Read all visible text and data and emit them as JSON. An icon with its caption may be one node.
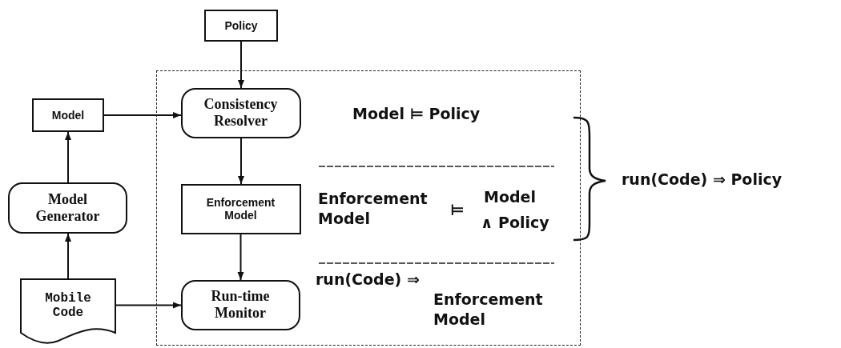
{
  "diagram": {
    "nodes": [
      {
        "text": [
          "Policy"
        ]
      },
      {
        "text": [],
        "shape": "box"
      },
      {
        "text": [
          "Consistency Resolver"
        ],
        "in": 1
      },
      {
        "text": [
          "Enforcement Model"
        ],
        "in": 1
      },
      {
        "text": [
          "Run-time Monitor"
        ],
        "in": 1
      },
      {
        "text": [
          "Model"
        ]
      },
      {
        "text": [
          "Model Generator"
        ]
      },
      {
        "text": [
          "Mobile Code"
        ]
      }
    ],
    "edges": [
      {
        "from": 0,
        "to": 2,
        "arrow": "to"
      },
      {
        "from": 5,
        "to": 2,
        "arrow": "to"
      },
      {
        "from": 2,
        "to": 3,
        "arrow": "to"
      },
      {
        "from": 3,
        "to": 4,
        "arrow": "to"
      },
      {
        "from": 7,
        "to": 4,
        "arrow": "to"
      },
      {
        "from": 7,
        "to": 6,
        "arrow": "to"
      },
      {
        "from": 6,
        "to": 5,
        "arrow": "to"
      }
    ],
    "labels": [
      "Model ⊨ Policy",
      "Enforcement Model",
      "⊨",
      "Model",
      "∧ Policy",
      "run(Code) ⇒",
      "Enforcement Model",
      "run(Code) ⇒ Policy"
    ]
  }
}
